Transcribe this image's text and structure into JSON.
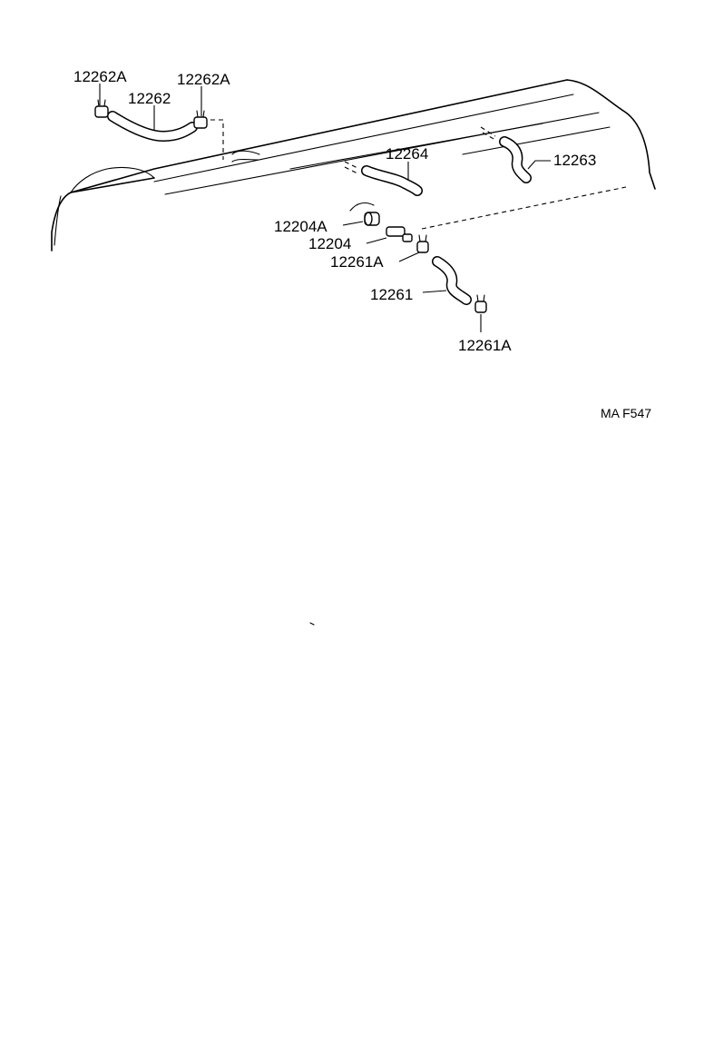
{
  "diagram": {
    "labels": {
      "clamp_12262A_left": "12262A",
      "clamp_12262A_right": "12262A",
      "hose_12262": "12262",
      "hose_12264": "12264",
      "hose_12263": "12263",
      "gasket_12204A": "12204A",
      "pcv_valve_12204": "12204",
      "clamp_12261A_upper": "12261A",
      "hose_12261": "12261",
      "clamp_12261A_lower": "12261A"
    },
    "figure_code": "MA F547"
  }
}
